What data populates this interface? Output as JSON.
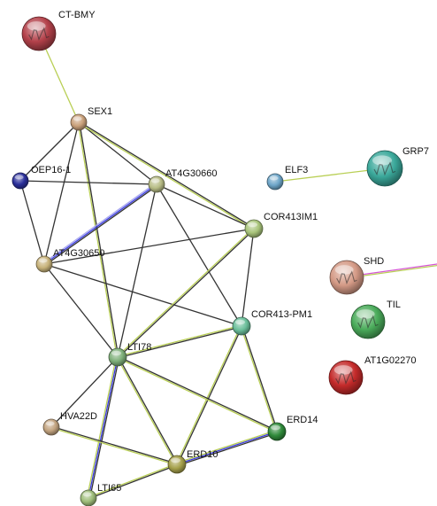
{
  "network": {
    "nodes": [
      {
        "id": "CT-BMY",
        "label": "CT-BMY",
        "color": "#b3414a",
        "large": true
      },
      {
        "id": "SEX1",
        "label": "SEX1",
        "color": "#c9a07a"
      },
      {
        "id": "OEP16-1",
        "label": "OEP16-1",
        "color": "#2a2f9a"
      },
      {
        "id": "AT4G30660",
        "label": "AT4G30660",
        "color": "#b8bd86"
      },
      {
        "id": "AT4G30650",
        "label": "AT4G30650",
        "color": "#c7b27a"
      },
      {
        "id": "COR413IM1",
        "label": "COR413IM1",
        "color": "#a8c47a"
      },
      {
        "id": "COR413-PM1",
        "label": "COR413-PM1",
        "color": "#6bbf9a"
      },
      {
        "id": "LTI78",
        "label": "LTI78",
        "color": "#7fb07a"
      },
      {
        "id": "HVA22D",
        "label": "HVA22D",
        "color": "#c2a37f"
      },
      {
        "id": "ERD14",
        "label": "ERD14",
        "color": "#2f8a3a"
      },
      {
        "id": "ERD10",
        "label": "ERD10",
        "color": "#a5a04a"
      },
      {
        "id": "LTI65",
        "label": "LTI65",
        "color": "#9ebd7a"
      },
      {
        "id": "ELF3",
        "label": "ELF3",
        "color": "#6da5c8"
      },
      {
        "id": "GRP7",
        "label": "GRP7",
        "color": "#3aa89a",
        "large": true
      },
      {
        "id": "SHD",
        "label": "SHD",
        "color": "#d49a86",
        "large": true
      },
      {
        "id": "TIL",
        "label": "TIL",
        "color": "#4aab5a",
        "large": true
      },
      {
        "id": "AT1G02270",
        "label": "AT1G02270",
        "color": "#c42a2a",
        "large": true
      }
    ],
    "edges": [
      {
        "from": "CT-BMY",
        "to": "SEX1",
        "colors": [
          "#b9cf55"
        ]
      },
      {
        "from": "SEX1",
        "to": "OEP16-1",
        "colors": [
          "#333333"
        ]
      },
      {
        "from": "SEX1",
        "to": "AT4G30660",
        "colors": [
          "#333333"
        ]
      },
      {
        "from": "SEX1",
        "to": "AT4G30650",
        "colors": [
          "#333333"
        ]
      },
      {
        "from": "SEX1",
        "to": "COR413IM1",
        "colors": [
          "#333333",
          "#b9cf55"
        ]
      },
      {
        "from": "SEX1",
        "to": "LTI78",
        "colors": [
          "#333333",
          "#b9cf55"
        ]
      },
      {
        "from": "OEP16-1",
        "to": "AT4G30660",
        "colors": [
          "#333333"
        ]
      },
      {
        "from": "OEP16-1",
        "to": "AT4G30650",
        "colors": [
          "#333333"
        ]
      },
      {
        "from": "AT4G30660",
        "to": "AT4G30650",
        "colors": [
          "#333333",
          "#3a3ae0",
          "#a7a7f0"
        ]
      },
      {
        "from": "AT4G30660",
        "to": "COR413IM1",
        "colors": [
          "#333333"
        ]
      },
      {
        "from": "AT4G30660",
        "to": "COR413-PM1",
        "colors": [
          "#333333"
        ]
      },
      {
        "from": "AT4G30660",
        "to": "LTI78",
        "colors": [
          "#333333"
        ]
      },
      {
        "from": "AT4G30650",
        "to": "COR413IM1",
        "colors": [
          "#333333"
        ]
      },
      {
        "from": "AT4G30650",
        "to": "COR413-PM1",
        "colors": [
          "#333333"
        ]
      },
      {
        "from": "AT4G30650",
        "to": "LTI78",
        "colors": [
          "#333333"
        ]
      },
      {
        "from": "COR413IM1",
        "to": "COR413-PM1",
        "colors": [
          "#333333"
        ]
      },
      {
        "from": "COR413IM1",
        "to": "LTI78",
        "colors": [
          "#333333",
          "#b9cf55"
        ]
      },
      {
        "from": "COR413-PM1",
        "to": "LTI78",
        "colors": [
          "#333333",
          "#b9cf55"
        ]
      },
      {
        "from": "COR413-PM1",
        "to": "ERD14",
        "colors": [
          "#333333",
          "#b9cf55"
        ]
      },
      {
        "from": "COR413-PM1",
        "to": "ERD10",
        "colors": [
          "#333333",
          "#b9cf55"
        ]
      },
      {
        "from": "LTI78",
        "to": "HVA22D",
        "colors": [
          "#333333"
        ]
      },
      {
        "from": "LTI78",
        "to": "ERD14",
        "colors": [
          "#333333",
          "#b9cf55"
        ]
      },
      {
        "from": "LTI78",
        "to": "ERD10",
        "colors": [
          "#333333",
          "#b9cf55"
        ]
      },
      {
        "from": "LTI78",
        "to": "LTI65",
        "colors": [
          "#333333",
          "#3a3ae0",
          "#b9cf55"
        ]
      },
      {
        "from": "HVA22D",
        "to": "ERD10",
        "colors": [
          "#333333",
          "#b9cf55"
        ]
      },
      {
        "from": "ERD14",
        "to": "ERD10",
        "colors": [
          "#333333",
          "#3a3ae0",
          "#b9cf55"
        ]
      },
      {
        "from": "ERD10",
        "to": "LTI65",
        "colors": [
          "#333333",
          "#b9cf55"
        ]
      },
      {
        "from": "ELF3",
        "to": "GRP7",
        "colors": [
          "#b9cf55"
        ]
      },
      {
        "from": "SHD",
        "to": "offscreen",
        "colors": [
          "#d455d4",
          "#b9cf55"
        ]
      }
    ]
  }
}
